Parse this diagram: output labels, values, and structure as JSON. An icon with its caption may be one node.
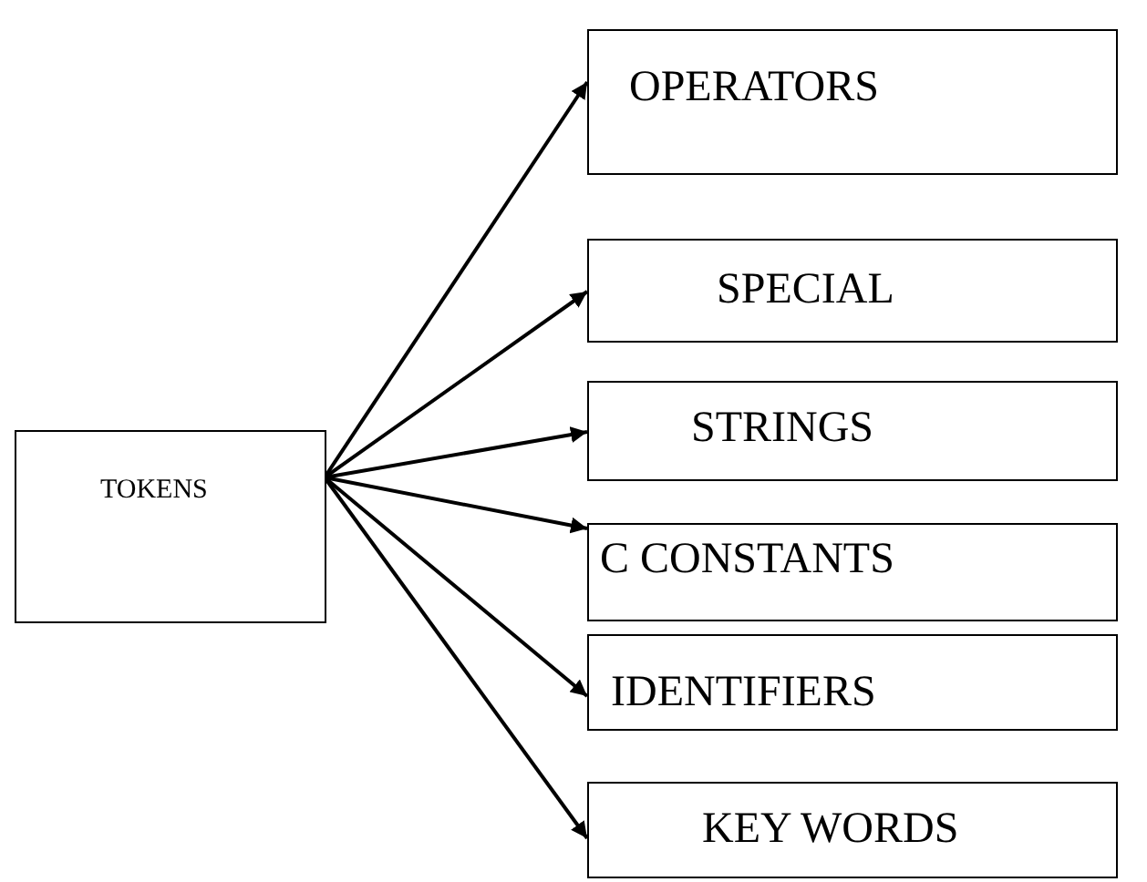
{
  "diagram": {
    "nodes": [
      {
        "text": [
          "TOKENS"
        ]
      },
      {
        "text": [
          "OPERATORS"
        ]
      },
      {
        "text": [
          "SPECIAL"
        ]
      },
      {
        "text": [
          "STRINGS"
        ]
      },
      {
        "text": [
          "C CONSTANTS"
        ]
      },
      {
        "text": [
          "IDENTIFIERS"
        ]
      },
      {
        "text": [
          "KEY WORDS"
        ]
      }
    ],
    "edges": [
      {
        "from": 0,
        "to": 1,
        "arrow": "to"
      },
      {
        "from": 0,
        "to": 2,
        "arrow": "to"
      },
      {
        "from": 0,
        "to": 3,
        "arrow": "to"
      },
      {
        "from": 0,
        "to": 4,
        "arrow": "to"
      },
      {
        "from": 0,
        "to": 5,
        "arrow": "to"
      },
      {
        "from": 0,
        "to": 6,
        "arrow": "to"
      }
    ]
  }
}
